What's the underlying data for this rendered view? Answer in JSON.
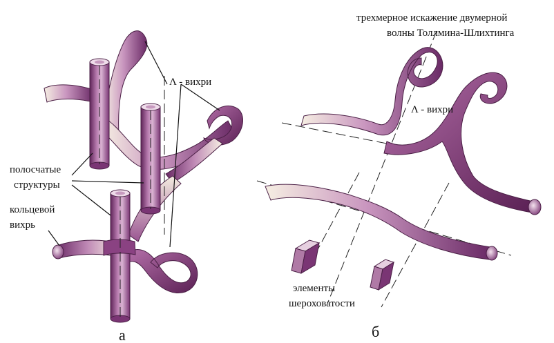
{
  "panel_a": {
    "letter": "а",
    "labels": {
      "lambda_vortices": "Λ - вихри",
      "striped_structures_line1": "полосчатые",
      "striped_structures_line2": "структуры",
      "ring_vortex_line1": "кольцевой",
      "ring_vortex_line2": "вихрь"
    }
  },
  "panel_b": {
    "letter": "б",
    "labels": {
      "tollmien_line1": "трехмерное искажение двумерной",
      "tollmien_line2": "волны Толлмина-Шлихтинга",
      "lambda_vortices": "Λ - вихри",
      "roughness_line1": "элементы",
      "roughness_line2": "шероховатости"
    }
  },
  "colors": {
    "tube_dark": "#6a2a66",
    "tube_mid": "#a8649f",
    "tube_light": "#f4ece0",
    "outline": "#4a1f45"
  }
}
